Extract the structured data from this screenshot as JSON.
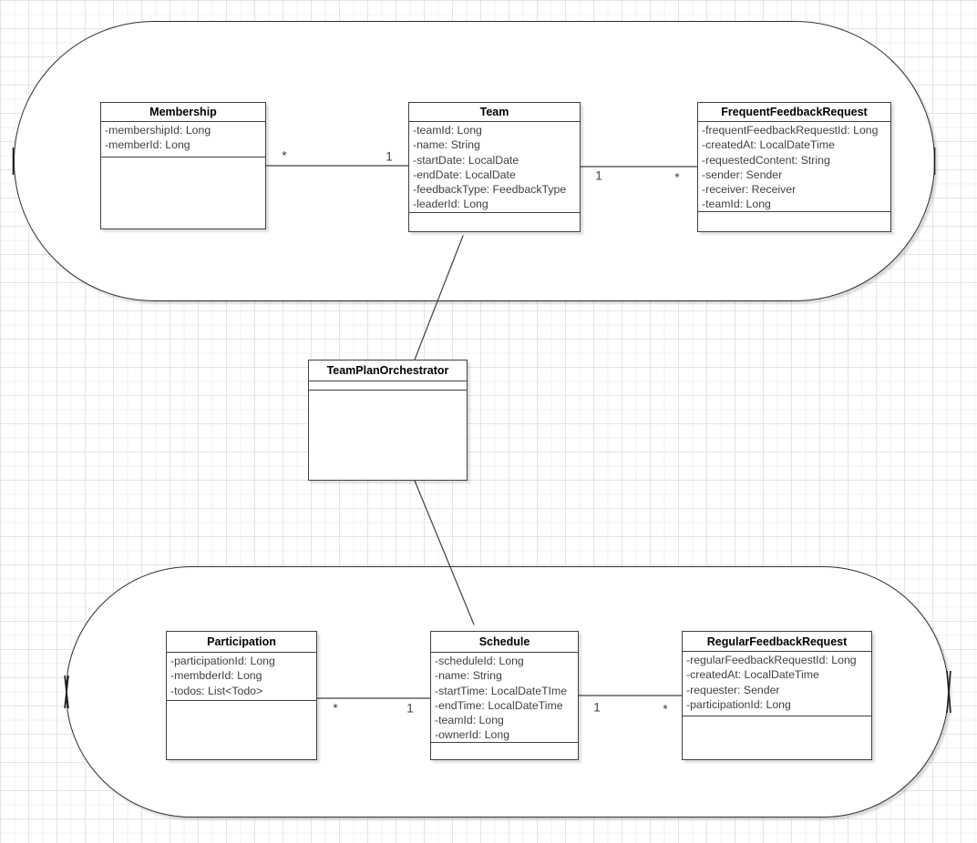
{
  "canvas": {
    "background_color": "#ffffff",
    "grid_minor_color": "#f0f0f0",
    "grid_major_color": "#e4e4e4",
    "stroke_color": "#404040"
  },
  "boundaries": [
    {
      "id": "top-boundary",
      "contains": [
        "Membership",
        "Team",
        "FrequentFeedbackRequest"
      ]
    },
    {
      "id": "bottom-boundary",
      "contains": [
        "Participation",
        "Schedule",
        "RegularFeedbackRequest"
      ]
    }
  ],
  "classes": {
    "membership": {
      "name": "Membership",
      "attributes": [
        "-membershipId: Long",
        "-memberId: Long"
      ]
    },
    "team": {
      "name": "Team",
      "attributes": [
        "-teamId: Long",
        "-name: String",
        "-startDate: LocalDate",
        "-endDate: LocalDate",
        "-feedbackType: FeedbackType",
        "-leaderId: Long"
      ]
    },
    "frequent_feedback_request": {
      "name": "FrequentFeedbackRequest",
      "attributes": [
        "-frequentFeedbackRequestId: Long",
        "-createdAt: LocalDateTime",
        "-requestedContent: String",
        "-sender: Sender",
        "-receiver: Receiver",
        "-teamId: Long"
      ]
    },
    "team_plan_orchestrator": {
      "name": "TeamPlanOrchestrator",
      "attributes": []
    },
    "participation": {
      "name": "Participation",
      "attributes": [
        "-participationId: Long",
        "-membderId: Long",
        "-todos: List<Todo>"
      ]
    },
    "schedule": {
      "name": "Schedule",
      "attributes": [
        "-scheduleId: Long",
        "-name: String",
        "-startTime: LocalDateTIme",
        "-endTime: LocalDateTime",
        "-teamId: Long",
        "-ownerId: Long"
      ]
    },
    "regular_feedback_request": {
      "name": "RegularFeedbackRequest",
      "attributes": [
        "-regularFeedbackRequestId: Long",
        "-createdAt: LocalDateTime",
        "-requester: Sender",
        "-participationId: Long"
      ]
    }
  },
  "associations": [
    {
      "from": "Membership",
      "to": "Team",
      "source_multiplicity": "*",
      "target_multiplicity": "1"
    },
    {
      "from": "Team",
      "to": "FrequentFeedbackRequest",
      "source_multiplicity": "1",
      "target_multiplicity": "*"
    },
    {
      "from": "Participation",
      "to": "Schedule",
      "source_multiplicity": "*",
      "target_multiplicity": "1"
    },
    {
      "from": "Schedule",
      "to": "RegularFeedbackRequest",
      "source_multiplicity": "1",
      "target_multiplicity": "*"
    }
  ],
  "dependencies": [
    {
      "from": "TeamPlanOrchestrator",
      "to": "Team"
    },
    {
      "from": "TeamPlanOrchestrator",
      "to": "Schedule"
    }
  ]
}
